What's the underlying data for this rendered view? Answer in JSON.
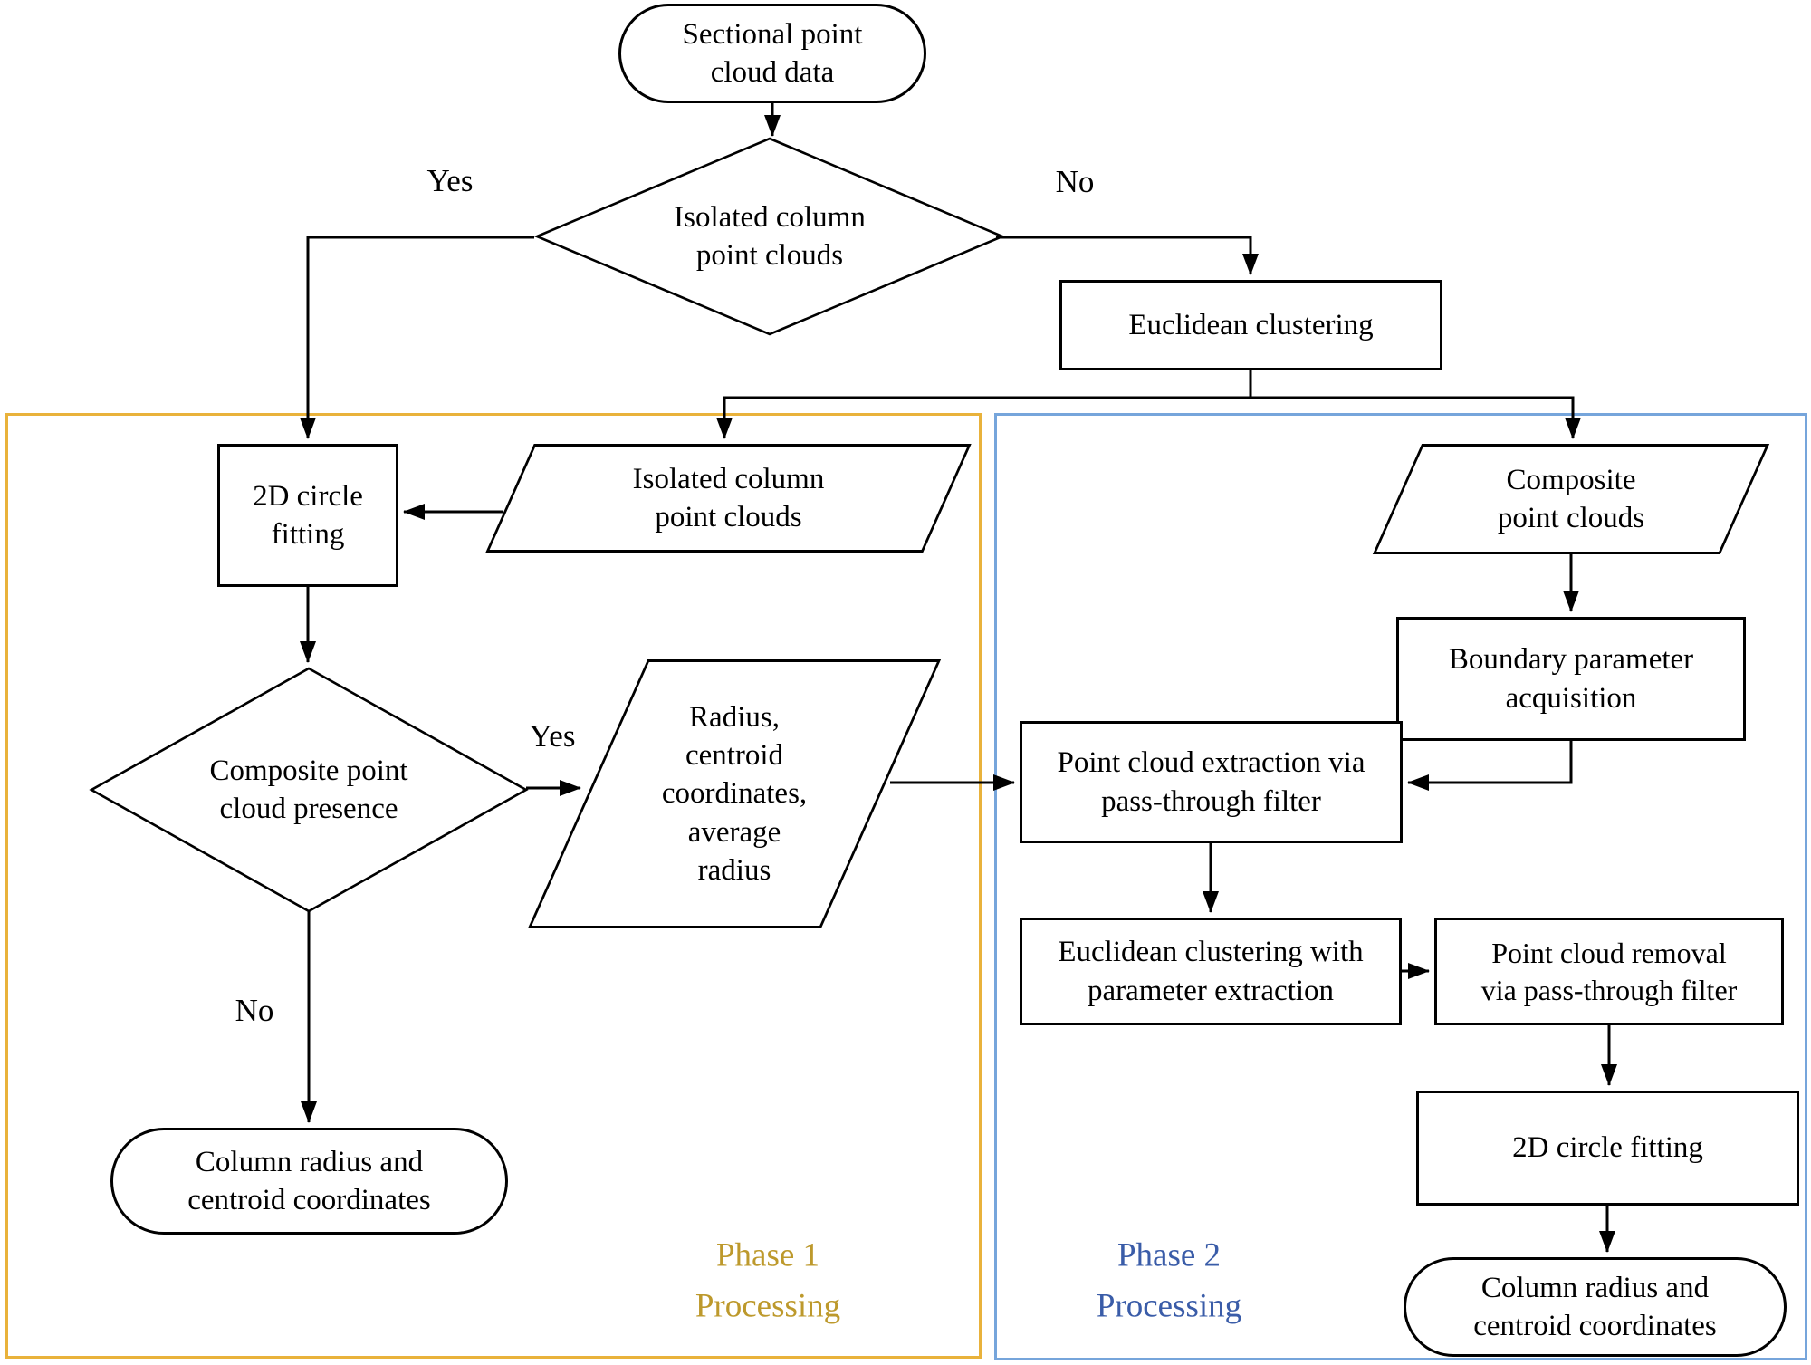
{
  "diagram": {
    "type": "flowchart",
    "nodes": {
      "start": {
        "shape": "terminator",
        "lines": [
          "Sectional point",
          "cloud data"
        ]
      },
      "decision_isolated": {
        "shape": "decision",
        "lines": [
          "Isolated column",
          "point clouds"
        ]
      },
      "euclidean_clustering": {
        "shape": "process",
        "lines": [
          "Euclidean clustering"
        ]
      },
      "isolated_clouds": {
        "shape": "data",
        "lines": [
          "Isolated column",
          "point clouds"
        ]
      },
      "circle_fitting_1": {
        "shape": "process",
        "lines": [
          "2D circle",
          "fitting"
        ]
      },
      "decision_composite": {
        "shape": "decision",
        "lines": [
          "Composite point",
          "cloud presence"
        ]
      },
      "radius_output": {
        "shape": "data",
        "lines": [
          "Radius,",
          "centroid",
          "coordinates,",
          "average",
          "radius"
        ]
      },
      "result_1": {
        "shape": "terminator",
        "lines": [
          "Column radius and",
          "centroid coordinates"
        ]
      },
      "composite_clouds": {
        "shape": "data",
        "lines": [
          "Composite",
          "point clouds"
        ]
      },
      "boundary_acquisition": {
        "shape": "process",
        "lines": [
          "Boundary parameter",
          "acquisition"
        ]
      },
      "cloud_extraction": {
        "shape": "process",
        "lines": [
          "Point cloud extraction via",
          "pass-through filter"
        ]
      },
      "clustering_extraction": {
        "shape": "process",
        "lines": [
          "Euclidean clustering with",
          "parameter extraction"
        ]
      },
      "cloud_removal": {
        "shape": "process",
        "lines": [
          "Point cloud removal",
          "via pass-through filter"
        ]
      },
      "circle_fitting_2": {
        "shape": "process",
        "lines": [
          "2D circle fitting"
        ]
      },
      "result_2": {
        "shape": "terminator",
        "lines": [
          "Column radius and",
          "centroid coordinates"
        ]
      }
    },
    "edge_labels": {
      "yes_isolated": "Yes",
      "no_isolated": "No",
      "yes_composite": "Yes",
      "no_composite": "No"
    },
    "phases": {
      "phase1": {
        "lines": [
          "Phase 1",
          "Processing"
        ],
        "border_color": "#E9B23B",
        "text_color": "#BD992C"
      },
      "phase2": {
        "lines": [
          "Phase 2",
          "Processing"
        ],
        "border_color": "#76A5DB",
        "text_color": "#3A5CA8"
      }
    },
    "colors": {
      "line": "#000000",
      "node_fill": "#FFFFFF",
      "background": "#FFFFFF"
    }
  }
}
